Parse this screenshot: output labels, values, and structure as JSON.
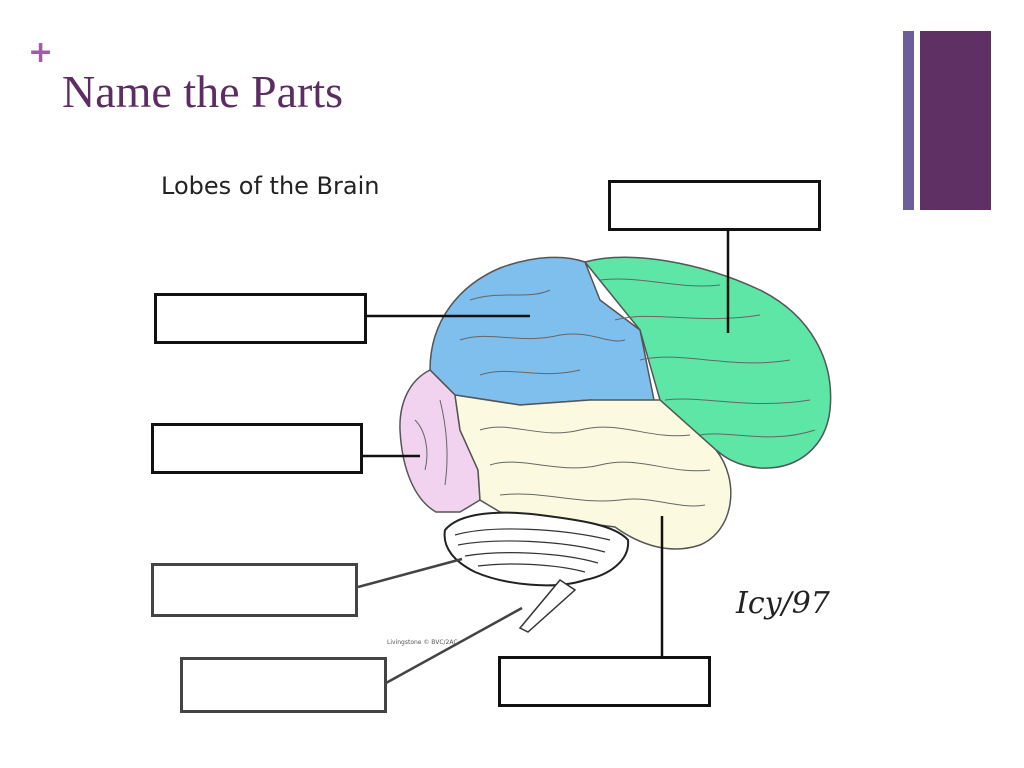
{
  "slide": {
    "bullet": "+",
    "title": "Name the Parts",
    "colors": {
      "title": "#5b2d63",
      "bullet": "#a35aa8",
      "accent_thin": "#6b5e9a",
      "accent_thick": "#5e3063"
    }
  },
  "diagram": {
    "title": "Lobes of the Brain",
    "credit": "Livingstone © BVC/2AC",
    "signature": "Icy/97",
    "label_boxes": [
      {
        "id": "top-right",
        "text": ""
      },
      {
        "id": "upper-left",
        "text": ""
      },
      {
        "id": "middle-left",
        "text": ""
      },
      {
        "id": "lower-left",
        "text": ""
      },
      {
        "id": "bottom-left",
        "text": ""
      },
      {
        "id": "bottom-middle",
        "text": ""
      }
    ],
    "regions": [
      {
        "name": "pink-region",
        "color": "#f1d3ef"
      },
      {
        "name": "cream-region",
        "color": "#fbfae0"
      },
      {
        "name": "blue-region",
        "color": "#7fbfee"
      },
      {
        "name": "green-region",
        "color": "#5ee6a6"
      },
      {
        "name": "cerebellum",
        "color": "#ffffff"
      }
    ]
  }
}
